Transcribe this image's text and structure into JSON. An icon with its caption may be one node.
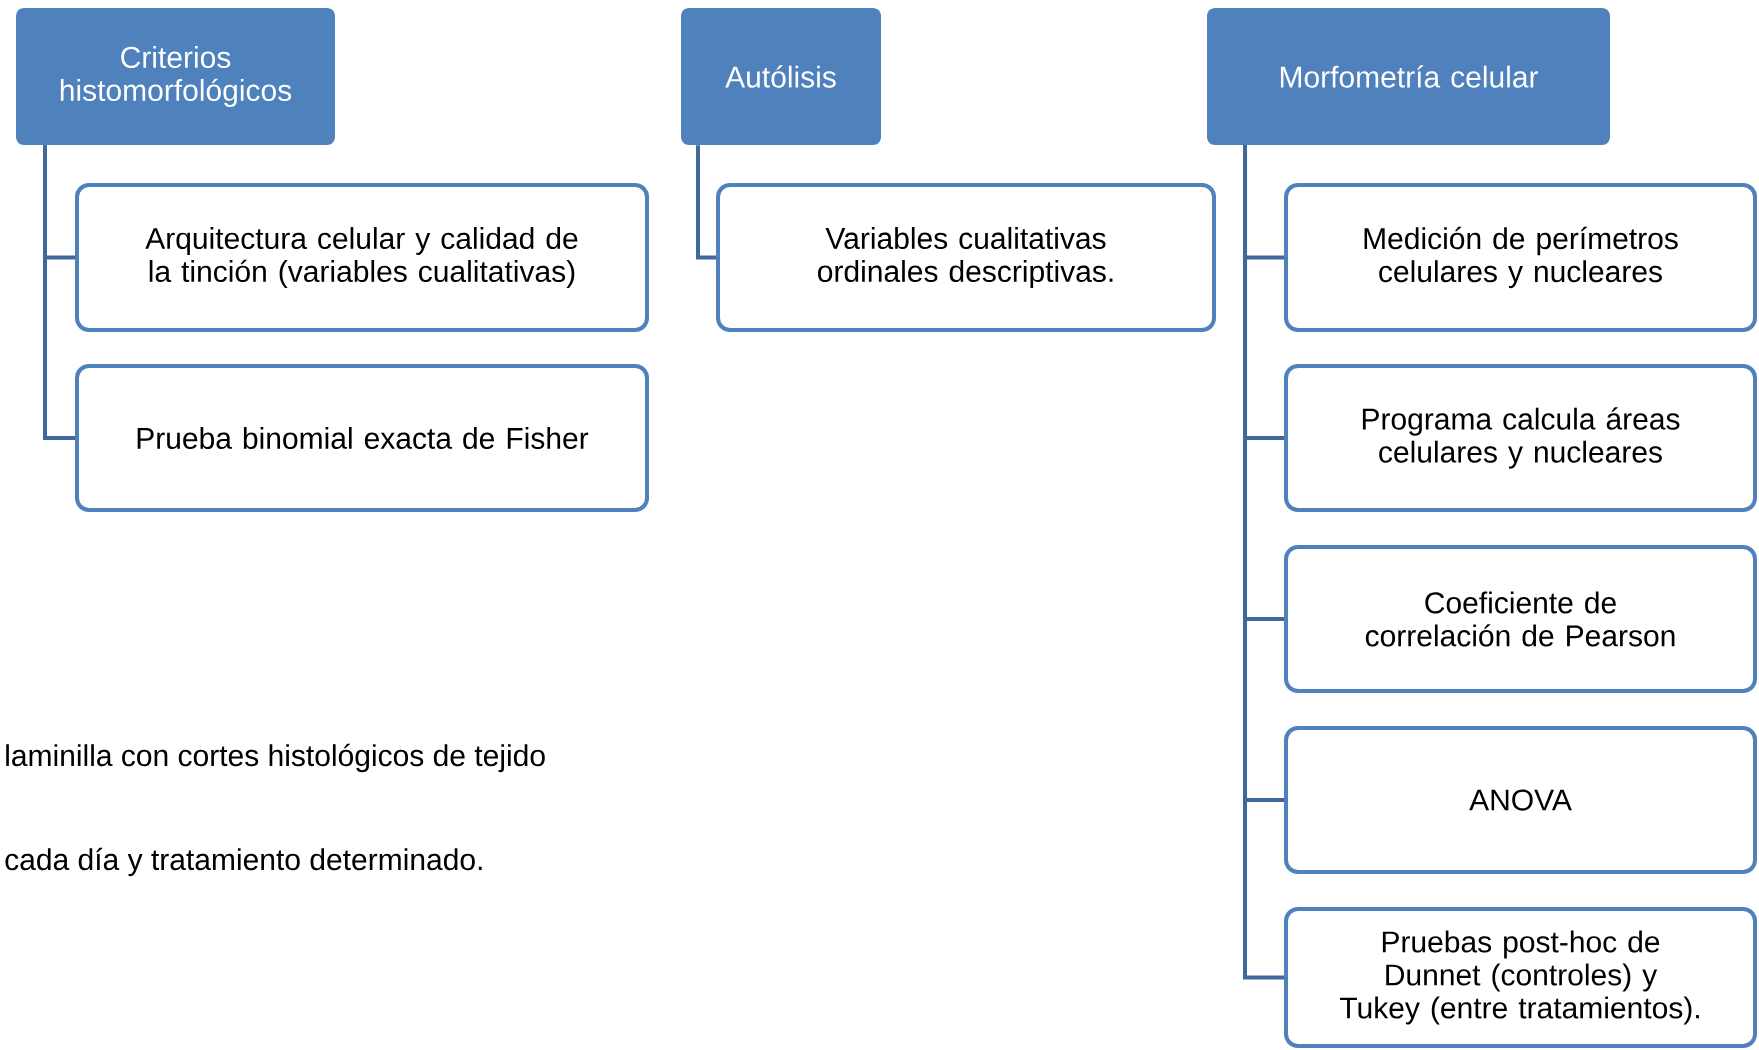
{
  "diagram": {
    "nodes": [
      {
        "text": [
          "Criterios histomorfológicos"
        ]
      },
      {
        "text": [
          "Arquitectura celular y calidad de la tinción (variables cualitativas)"
        ]
      },
      {
        "text": [
          "Prueba binomial exacta de Fisher"
        ]
      },
      {
        "text": [
          "Autólisis"
        ]
      },
      {
        "text": [
          "Variables cualitativas ordinales descriptivas."
        ]
      },
      {
        "text": [
          "Morfometría celular"
        ]
      },
      {
        "text": [
          "Medición de perímetros celulares y nucleares"
        ]
      },
      {
        "text": [
          "Programa calcula áreas celulares y nucleares"
        ]
      },
      {
        "text": [
          "Coeficiente de correlación de Pearson"
        ]
      },
      {
        "text": [
          "ANOVA"
        ]
      },
      {
        "text": [
          "Pruebas post-hoc de Dunnet (controles) y Tukey (entre tratamientos)."
        ]
      }
    ],
    "edges": [
      {
        "from": 0,
        "to": 1,
        "arrow": "none"
      },
      {
        "from": 0,
        "to": 2,
        "arrow": "none"
      },
      {
        "from": 3,
        "to": 4,
        "arrow": "none"
      },
      {
        "from": 5,
        "to": 6,
        "arrow": "none"
      },
      {
        "from": 5,
        "to": 7,
        "arrow": "none"
      },
      {
        "from": 5,
        "to": 8,
        "arrow": "none"
      },
      {
        "from": 5,
        "to": 9,
        "arrow": "none"
      },
      {
        "from": 5,
        "to": 10,
        "arrow": "none"
      }
    ],
    "labels": [
      "laminilla con cortes histológicos de tejido",
      "cada día y tratamiento determinado."
    ]
  }
}
